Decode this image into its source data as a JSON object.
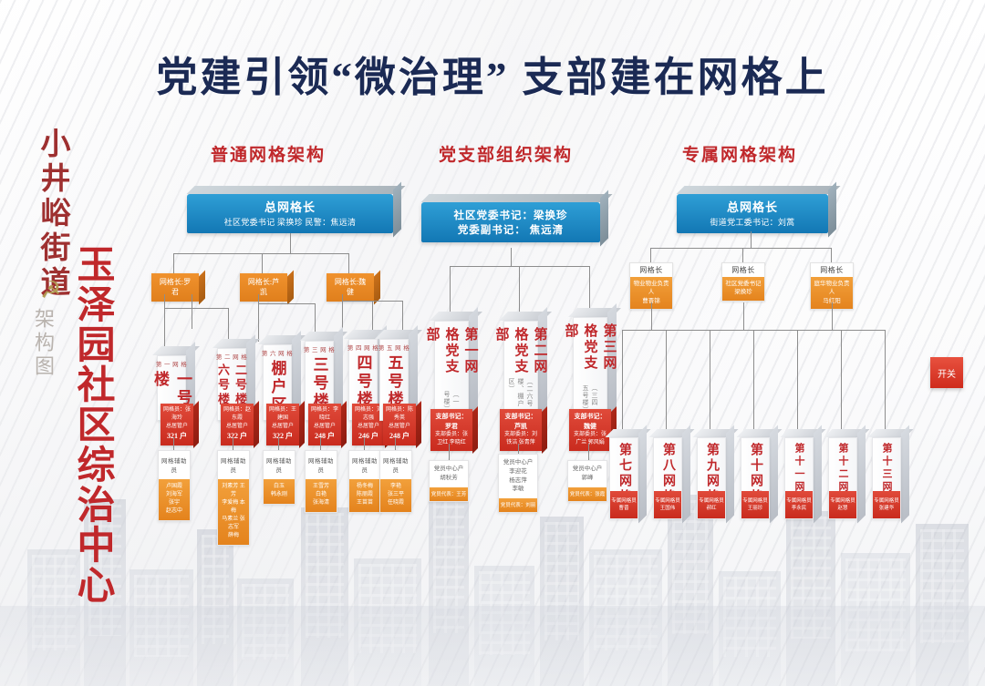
{
  "title": "党建引领“微治理”  支部建在网格上",
  "left_panel": {
    "street": "小井峪街道",
    "archi": "架构图",
    "center": "玉泽园社区综治中心",
    "emblem": "☭"
  },
  "sections": [
    {
      "id": "ordinary",
      "title": "普通网格架构"
    },
    {
      "id": "party",
      "title": "党支部组织架构"
    },
    {
      "id": "special",
      "title": "专属网格架构"
    }
  ],
  "headers": {
    "ordinary": {
      "line1": "总网格长",
      "line2": "社区党委书记 梁换珍   民警：焦远清"
    },
    "party": {
      "line1": "社区党委书记：梁换珍",
      "line2": "党委副书记：  焦远清"
    },
    "special": {
      "line1": "总网格长",
      "line2": "街道党工委书记：刘蒿"
    }
  },
  "grid_leaders": [
    {
      "label": "网格长:罗君"
    },
    {
      "label": "网格长:芦凯"
    },
    {
      "label": "网格长:魏健"
    }
  ],
  "buildings": [
    {
      "grid": "第 一 网 格",
      "name": "一号楼",
      "sub": "",
      "plaque_top": "网格员：张海玲",
      "plaque_mid": "总居管户",
      "plaque_val": "321 户"
    },
    {
      "grid": "第 二 网 格",
      "name": "二号楼六号楼",
      "sub": "",
      "plaque_top": "网格员：赵东霞",
      "plaque_mid": "总居管户",
      "plaque_val": "322 户"
    },
    {
      "grid": "第 六 网 格",
      "name": "棚户区",
      "sub": "",
      "plaque_top": "网格员：王建国",
      "plaque_mid": "总居管户",
      "plaque_val": "322 户"
    },
    {
      "grid": "第 三 网 格",
      "name": "三号楼",
      "sub": "",
      "plaque_top": "网格员：李晓红",
      "plaque_mid": "总居管户",
      "plaque_val": "248 户"
    },
    {
      "grid": "第 四 网 格",
      "name": "四号楼",
      "sub": "",
      "plaque_top": "网格员：刘志强",
      "plaque_mid": "总居管户",
      "plaque_val": "246 户"
    },
    {
      "grid": "第 五 网 格",
      "name": "五号楼",
      "sub": "",
      "plaque_top": "网格员：陈秀英",
      "plaque_mid": "总居管户",
      "plaque_val": "248 户"
    }
  ],
  "helpers": [
    {
      "head": "网格辅助员",
      "body": "卢国霞\n刘海军\n张宇\n赵志中"
    },
    {
      "head": "网格辅助员",
      "body": "刘素芳  王芳\n李爱梅  本梅\n马素兰  张志军\n薛梅"
    },
    {
      "head": "网格辅助员",
      "body": "白玉\n韩永刚"
    },
    {
      "head": "网格辅助员",
      "body": "王雪芳\n白艳\n张海清"
    },
    {
      "head": "网格辅助员",
      "body": "杨冬梅\n陈丽霞\n王苗苗"
    },
    {
      "head": "网格辅助员",
      "body": "李艳\n张三平\n任晓霞"
    }
  ],
  "party_branches": [
    {
      "name": "第一网格党支部",
      "scope": "（一号楼）",
      "secretary": "支部书记：罗君",
      "members": "支部委员：张卫红  李晓红"
    },
    {
      "name": "第二网格党支部",
      "scope": "（二六号楼、棚户区）",
      "secretary": "支部书记：芦凯",
      "members": "支部委员：刘铁洁  张青萍"
    },
    {
      "name": "第三网格党支部",
      "scope": "（三四五号楼）",
      "secretary": "支部书记：魏健",
      "members": "支部委员：张广兰  郭风娟"
    }
  ],
  "party_centers": [
    {
      "head": "党员中心户\n胡秋芳",
      "body": "党员代表：王芳"
    },
    {
      "head": "党员中心户\n李迎花\n杨志萍\n李敏",
      "body": "党员代表：刘丽"
    },
    {
      "head": "党员中心户\n郭峰",
      "body": "党员代表：张霞"
    }
  ],
  "special_leaders": [
    {
      "head": "网格长",
      "body": "物业物业负责人\n曹晋锦"
    },
    {
      "head": "网格长",
      "body": "社区党委书记\n梁换珍"
    },
    {
      "head": "网格长",
      "body": "庭华物业负责人\n马红阳"
    }
  ],
  "special_grids": [
    {
      "name": "第七网格",
      "role": "专属网格员",
      "person": "曹晋"
    },
    {
      "name": "第八网格",
      "role": "专属网格员",
      "person": "王国伟"
    },
    {
      "name": "第九网格",
      "role": "专属网格员",
      "person": "郝红"
    },
    {
      "name": "第十网格",
      "role": "专属网格员",
      "person": "王丽珍"
    },
    {
      "name": "第十一网格",
      "role": "专属网格员",
      "person": "李永民"
    },
    {
      "name": "第十二网格",
      "role": "专属网格员",
      "person": "赵慧"
    },
    {
      "name": "第十三网格",
      "role": "专属网格员",
      "person": "张建华"
    }
  ],
  "switch": {
    "label": "开关"
  },
  "colors": {
    "title": "#1b2a54",
    "red": "#c0282b",
    "blue": "#1277b4",
    "orange": "#e4831d",
    "plaque_red": "#c92b1e"
  }
}
